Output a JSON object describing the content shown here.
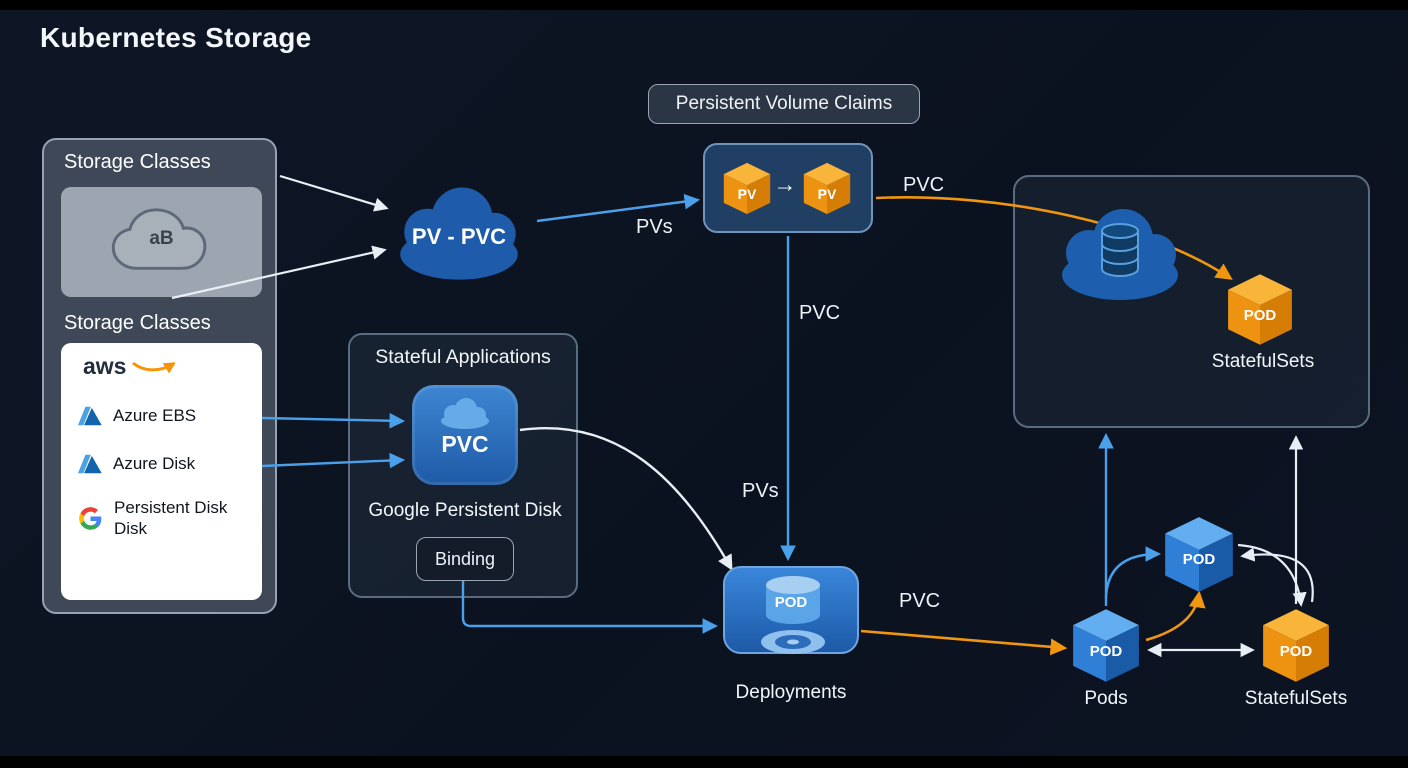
{
  "title": "Kubernetes Storage",
  "banner": {
    "label": "Persistent Volume Claims"
  },
  "storage_panel": {
    "heading": "Storage Classes",
    "cloud_text": "aB",
    "subheading": "Storage Classes",
    "aws_label": "aws",
    "providers": {
      "azure_ebs": "Azure EBS",
      "azure_disk": "Azure Disk",
      "gpd_line1": "Persistent Disk",
      "gpd_line2": "Disk"
    }
  },
  "pv_pvc_cloud": {
    "label": "PV - PVC"
  },
  "pv_box": {
    "left_cube": "PV",
    "right_cube": "PV"
  },
  "icons": {
    "arrow_right": "→"
  },
  "labels": {
    "pvs_top": "PVs",
    "pvc_top_right": "PVC",
    "pvc_middle": "PVC",
    "pvs_middle": "PVs",
    "pvc_bottom": "PVC"
  },
  "statefulsets_panel": {
    "pod": "POD",
    "caption": "StatefulSets"
  },
  "stateful_apps": {
    "heading": "Stateful Applications",
    "pvc": "PVC",
    "caption": "Google Persistent Disk",
    "binding": "Binding"
  },
  "deployments": {
    "pod": "POD",
    "caption": "Deployments"
  },
  "pods": {
    "pod": "POD",
    "upper_pod": "POD",
    "caption": "Pods"
  },
  "statefulsets_bottom": {
    "pod": "POD",
    "caption": "StatefulSets"
  },
  "colors": {
    "background": "#0c1322",
    "blue_accent": "#4aa0ea",
    "orange_accent": "#f0960f",
    "white_arrow": "#e9eef4"
  }
}
